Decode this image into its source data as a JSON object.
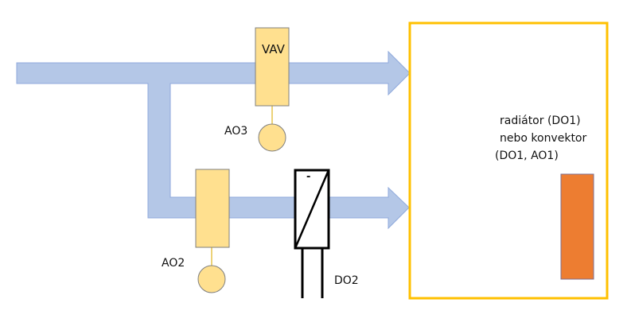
{
  "diagram": {
    "vav_label": "VAV",
    "ao3_label": "AO3",
    "ao2_label": "AO2",
    "do2_label": "DO2",
    "damper_symbol": "-",
    "room_text": {
      "line1": "radiátor (DO1)",
      "line2": "nebo konvektor",
      "line3": "(DO1, AO1)"
    },
    "colors": {
      "duct": "#b4c7e7",
      "duct_stroke": "#8faadc",
      "actuator": "#ffe08f",
      "actuator_stroke": "#7f7f7f",
      "room_border": "#ffc000",
      "radiator": "#ed7d31",
      "damper_stroke": "#000000"
    }
  }
}
